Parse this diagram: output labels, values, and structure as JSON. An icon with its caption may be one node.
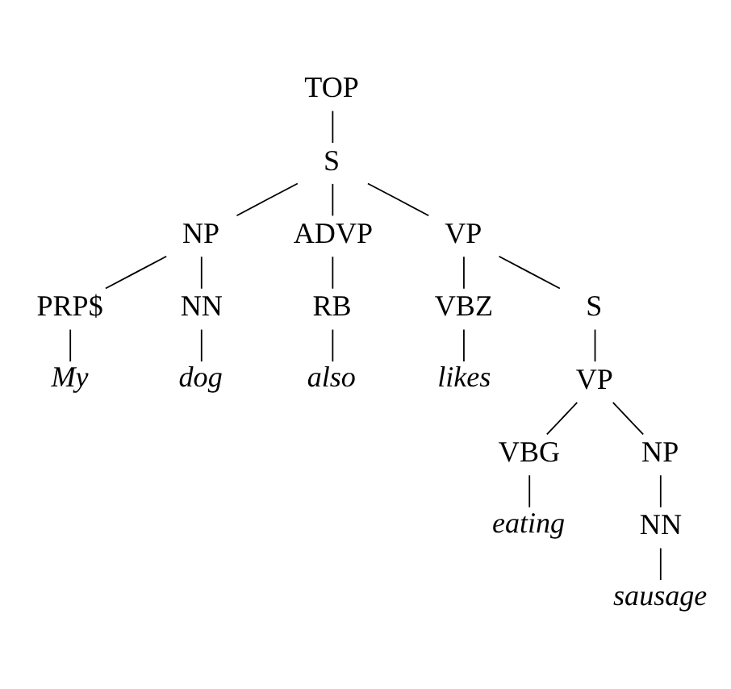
{
  "diagram": {
    "nodes": [
      {
        "text": [
          "TOP"
        ]
      },
      {
        "text": [
          "S"
        ]
      },
      {
        "text": [
          "NP"
        ]
      },
      {
        "text": [
          "ADVP"
        ]
      },
      {
        "text": [
          "VP"
        ]
      },
      {
        "text": [
          "PRP$"
        ]
      },
      {
        "text": [
          "NN"
        ]
      },
      {
        "text": [
          "RB"
        ]
      },
      {
        "text": [
          "VBZ"
        ]
      },
      {
        "text": [
          "S"
        ]
      },
      {
        "text": [
          "My"
        ]
      },
      {
        "text": [
          "dog"
        ]
      },
      {
        "text": [
          "also"
        ]
      },
      {
        "text": [
          "likes"
        ]
      },
      {
        "text": [
          "VP"
        ]
      },
      {
        "text": [
          "VBG"
        ]
      },
      {
        "text": [
          "NP"
        ]
      },
      {
        "text": [
          "eating"
        ]
      },
      {
        "text": [
          "NN"
        ]
      },
      {
        "text": [
          "sausage"
        ]
      }
    ],
    "edges": [
      {
        "from": 0,
        "to": 1,
        "arrow": "none"
      },
      {
        "from": 1,
        "to": 2,
        "arrow": "none"
      },
      {
        "from": 1,
        "to": 3,
        "arrow": "none"
      },
      {
        "from": 1,
        "to": 4,
        "arrow": "none"
      },
      {
        "from": 2,
        "to": 5,
        "arrow": "none"
      },
      {
        "from": 2,
        "to": 6,
        "arrow": "none"
      },
      {
        "from": 3,
        "to": 7,
        "arrow": "none"
      },
      {
        "from": 4,
        "to": 8,
        "arrow": "none"
      },
      {
        "from": 4,
        "to": 9,
        "arrow": "none"
      },
      {
        "from": 5,
        "to": 10,
        "arrow": "none"
      },
      {
        "from": 6,
        "to": 11,
        "arrow": "none"
      },
      {
        "from": 7,
        "to": 12,
        "arrow": "none"
      },
      {
        "from": 8,
        "to": 13,
        "arrow": "none"
      },
      {
        "from": 9,
        "to": 14,
        "arrow": "none"
      },
      {
        "from": 14,
        "to": 15,
        "arrow": "none"
      },
      {
        "from": 14,
        "to": 16,
        "arrow": "none"
      },
      {
        "from": 15,
        "to": 17,
        "arrow": "none"
      },
      {
        "from": 16,
        "to": 18,
        "arrow": "none"
      },
      {
        "from": 18,
        "to": 19,
        "arrow": "none"
      }
    ]
  }
}
